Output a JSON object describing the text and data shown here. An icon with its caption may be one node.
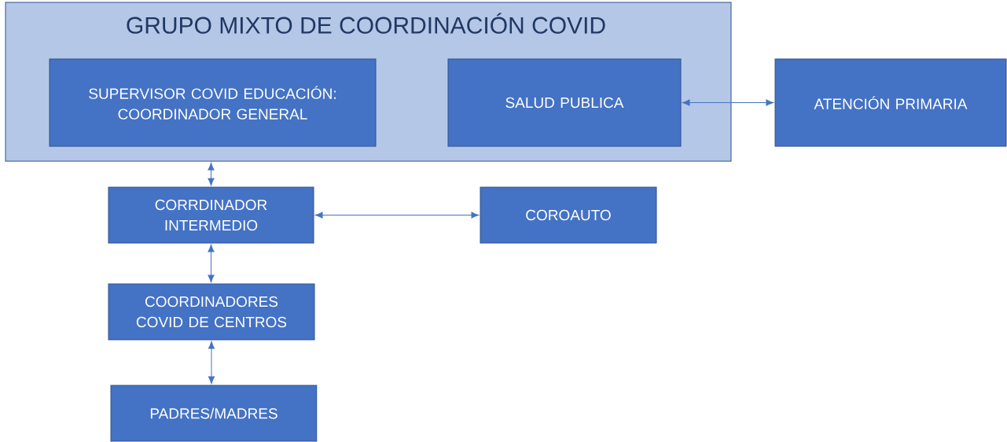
{
  "diagram": {
    "nodes": [
      {
        "text": [
          "GRUPO MIXTO DE COORDINACIÓN COVID"
        ]
      },
      {
        "text": [
          "SUPERVISOR COVID EDUCACIÓN: COORDINADOR GENERAL"
        ],
        "in": 0
      },
      {
        "text": [
          "SALUD PUBLICA"
        ],
        "in": 0
      },
      {
        "text": [
          "ATENCIÓN PRIMARIA"
        ]
      },
      {
        "text": [
          "CORRDINADOR INTERMEDIO"
        ]
      },
      {
        "text": [
          "COROAUTO"
        ]
      },
      {
        "text": [
          "COORDINADORES COVID DE CENTROS"
        ]
      },
      {
        "text": [
          "PADRES/MADRES"
        ]
      }
    ],
    "edges": [
      {
        "from": 0,
        "to": 4,
        "arrow": "both"
      },
      {
        "from": 2,
        "to": 3,
        "arrow": "both"
      },
      {
        "from": 4,
        "to": 5,
        "arrow": "both"
      },
      {
        "from": 4,
        "to": 6,
        "arrow": "both"
      },
      {
        "from": 6,
        "to": 7,
        "arrow": "both"
      }
    ]
  }
}
